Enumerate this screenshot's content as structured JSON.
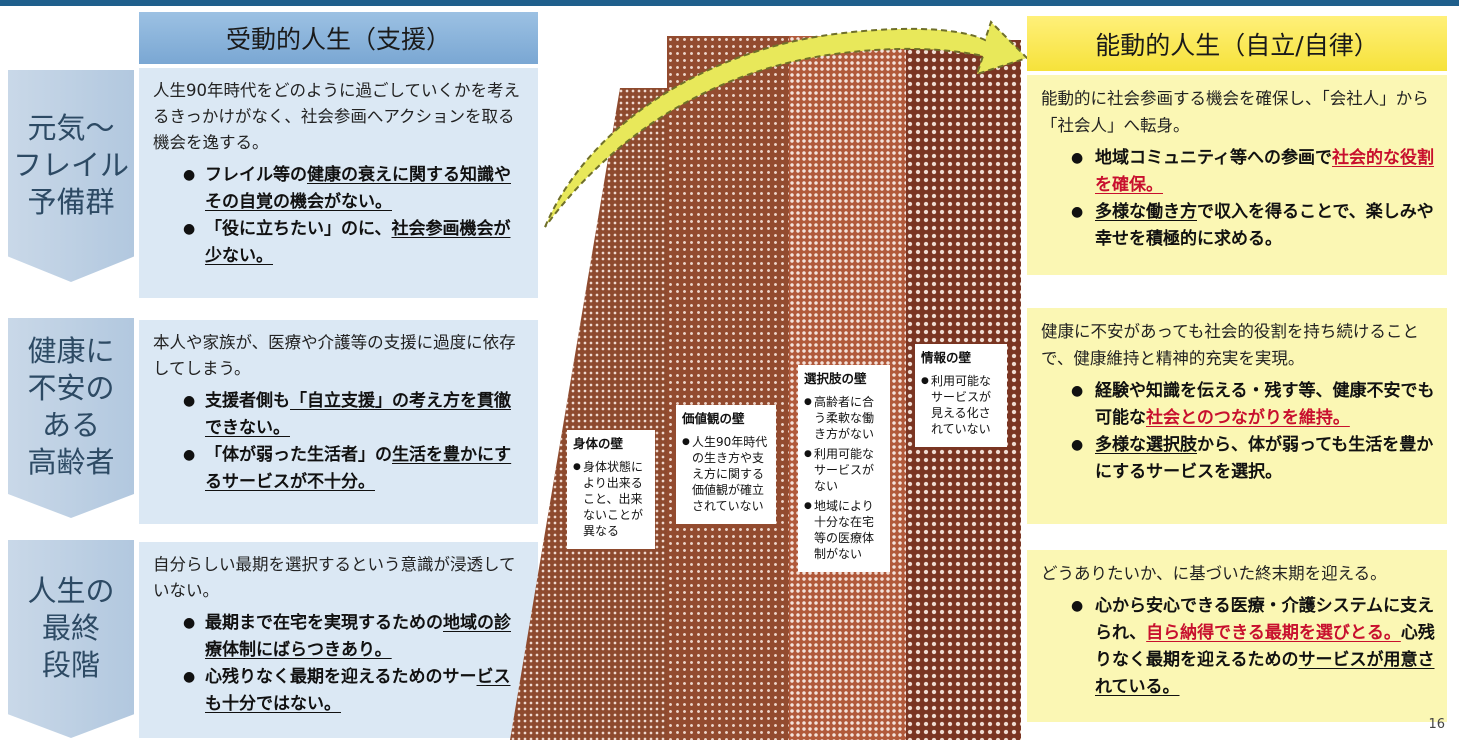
{
  "left": {
    "header": "受動的人生（支援）",
    "categories": [
      {
        "label": "元気〜\nフレイル\n予備群"
      },
      {
        "label": "健康に\n不安の\nある\n高齢者"
      },
      {
        "label": "人生の\n最終\n段階"
      }
    ],
    "sections": [
      {
        "desc": "人生90年時代をどのように過ごしていくかを考えるきっかけがなく、社会参画へアクションを取る機会を逸する。",
        "b1": {
          "pre": "フレイル等の",
          "u": "健康の衰えに関する知識やその自覚の機会がない。"
        },
        "b2": {
          "pre": "「役に立ちたい」のに、",
          "u": "社会参画機会が少ない。"
        }
      },
      {
        "desc": "本人や家族が、医療や介護等の支援に過度に依存してしまう。",
        "b1": {
          "pre": "支援者側も",
          "u": "「自立支援」の考え方を貫徹できない。"
        },
        "b2": {
          "pre": "「体が弱った生活者」の",
          "u": "生活を豊かにするサービスが不十分。"
        }
      },
      {
        "desc": "自分らしい最期を選択するという意識が浸透していない。",
        "b1": {
          "pre": "最期まで在宅を実現するための",
          "u": "地域の診療体制にばらつきあり。"
        },
        "b2": {
          "pre": "心残りなく最期を迎えるためのサー",
          "u": "ビスも十分ではない。"
        }
      }
    ]
  },
  "walls": [
    {
      "title": "身体の壁",
      "items": [
        "身体状態により出来ること、出来ないことが異なる"
      ]
    },
    {
      "title": "価値観の壁",
      "items": [
        "人生90年時代の生き方や支え方に関する価値観が確立されていない"
      ]
    },
    {
      "title": "選択肢の壁",
      "items": [
        "高齢者に合う柔軟な働き方がない",
        "利用可能なサービスがない",
        "地域により十分な在宅等の医療体制がない"
      ]
    },
    {
      "title": "情報の壁",
      "items": [
        "利用可能なサービスが見える化されていない"
      ]
    }
  ],
  "right": {
    "header": "能動的人生（自立/自律）",
    "sections": [
      {
        "desc": "能動的に社会参画する機会を確保し、「会社人」から「社会人」へ転身。",
        "b1": {
          "pre": "地域コミュニティ等への参画で",
          "red": "社会的な役割を確保。",
          "post": ""
        },
        "b2": {
          "u": "多様な働き方",
          "post": "で収入を得ることで、楽しみや幸せを積極的に求める。"
        }
      },
      {
        "desc": "健康に不安があっても社会的役割を持ち続けることで、健康維持と精神的充実を実現。",
        "b1": {
          "pre": "経験や知識を伝える・残す等、健康不安でも可能な",
          "red": "社会とのつながりを維持。",
          "post": ""
        },
        "b2": {
          "u": "多様な選択肢",
          "post": "から、体が弱っても生活を豊かにするサービスを選択。"
        }
      },
      {
        "desc": "どうありたいか、に基づいた終末期を迎える。",
        "b1": {
          "pre": "心から安心できる医療・介護システムに支えられ、",
          "red": "自ら納得できる最期を選びとる。",
          "post": "心残りなく最期を迎えるための"
        },
        "b2": {
          "u": "サービスが用意されている。"
        }
      }
    ]
  },
  "page_number": "16",
  "colors": {
    "left_header": "#7aa7d3",
    "left_box": "#dbe8f4",
    "right_header": "#f6e23a",
    "right_box": "#fbf7b4",
    "arrow": "#e8e85a",
    "wall": "#8e4a2e",
    "emphasis_red": "#c8102e"
  }
}
